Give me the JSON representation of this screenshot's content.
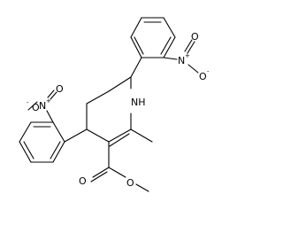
{
  "structure": {
    "atom_labels": {
      "nh": "NH",
      "nitro_top_n": "N",
      "nitro_top_o_double": "O",
      "nitro_top_o_minus": "O",
      "nitro_left_n": "N",
      "nitro_left_o_double": "O",
      "nitro_left_o_minus": "O",
      "ester_o_carbonyl": "O",
      "ester_o_methoxy": "O"
    },
    "charges": {
      "plus": "+",
      "minus": "-"
    }
  }
}
